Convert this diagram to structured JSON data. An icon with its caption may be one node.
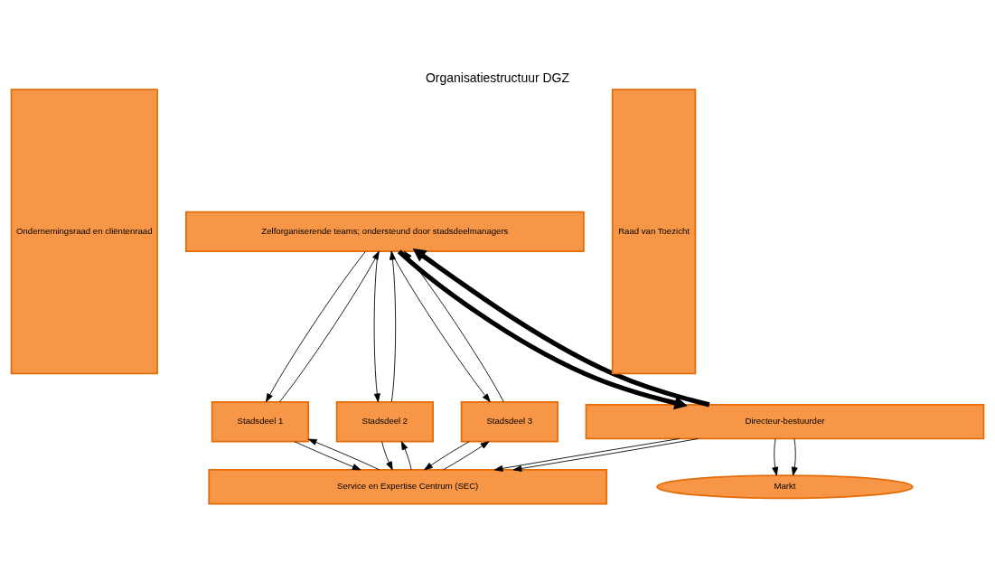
{
  "diagram": {
    "title": "Organisatiestructuur DGZ",
    "nodes": [
      {
        "text": [
          "Zelforganiserende teams; ondersteund door stadsdeelmanagers"
        ]
      },
      {
        "text": [
          "Stadsdeel 1"
        ]
      },
      {
        "text": [
          "Stadsdeel 2"
        ]
      },
      {
        "text": [
          "Stadsdeel 3"
        ]
      },
      {
        "text": [
          "Service en Expertise Centrum (SEC)"
        ]
      },
      {
        "text": [
          "Directeur-bestuurder"
        ]
      },
      {
        "text": [
          "Markt"
        ]
      },
      {
        "text": [
          "Ondernemingsraad en cliëntenraad"
        ]
      },
      {
        "text": [
          "Raad van Toezicht"
        ]
      }
    ],
    "edges": [
      {
        "from": 0,
        "to": 1,
        "arrow": "to"
      },
      {
        "from": 1,
        "to": 0,
        "arrow": "to"
      },
      {
        "from": 0,
        "to": 2,
        "arrow": "to"
      },
      {
        "from": 2,
        "to": 0,
        "arrow": "to"
      },
      {
        "from": 0,
        "to": 3,
        "arrow": "to"
      },
      {
        "from": 3,
        "to": 0,
        "arrow": "to"
      },
      {
        "from": 1,
        "to": 4,
        "arrow": "to"
      },
      {
        "from": 4,
        "to": 1,
        "arrow": "to"
      },
      {
        "from": 2,
        "to": 4,
        "arrow": "to"
      },
      {
        "from": 4,
        "to": 2,
        "arrow": "to"
      },
      {
        "from": 3,
        "to": 4,
        "arrow": "to"
      },
      {
        "from": 4,
        "to": 3,
        "arrow": "to"
      },
      {
        "from": 5,
        "to": 4,
        "arrow": "to"
      },
      {
        "from": 5,
        "to": 4,
        "arrow": "to"
      },
      {
        "from": 5,
        "to": 6,
        "arrow": "to"
      },
      {
        "from": 5,
        "to": 6,
        "arrow": "to"
      },
      {
        "from": 0,
        "to": 5,
        "arrow": "to",
        "style": "thick"
      },
      {
        "from": 5,
        "to": 0,
        "arrow": "to",
        "style": "thick"
      }
    ]
  }
}
